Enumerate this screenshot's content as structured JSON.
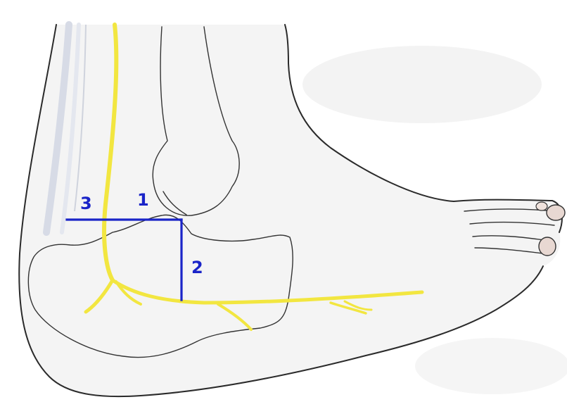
{
  "labels": {
    "one": "1",
    "two": "2",
    "three": "3"
  },
  "colors": {
    "nerve": "#f2e640",
    "measurement_lines": "#1a24c8",
    "outline": "#2a2a2a",
    "skin": "#f4f4f4"
  }
}
